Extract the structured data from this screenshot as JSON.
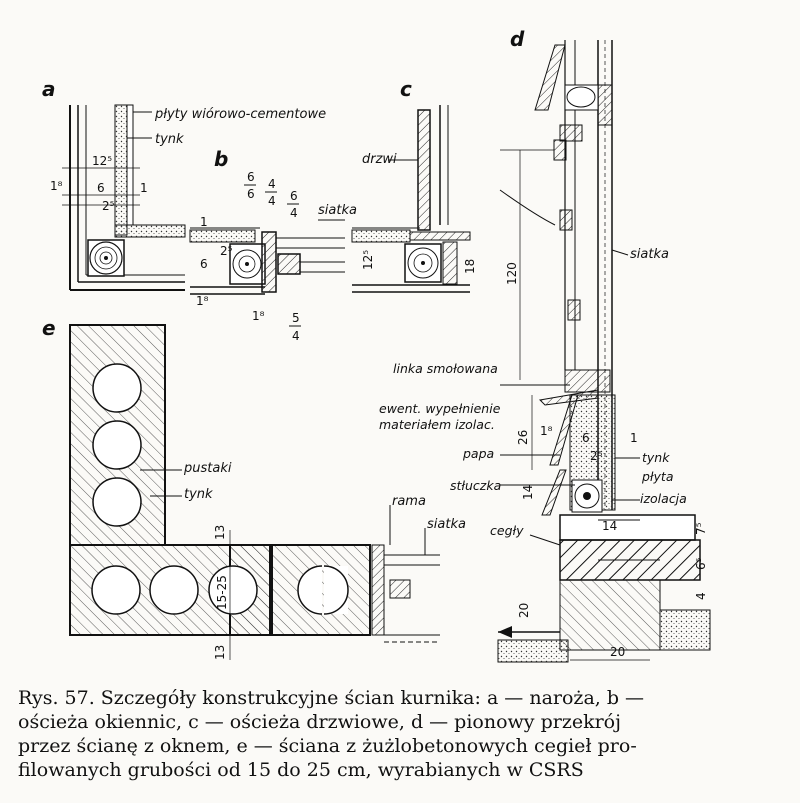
{
  "figure": {
    "panels": {
      "a": "a",
      "b": "b",
      "c": "c",
      "d": "d",
      "e": "e"
    },
    "labels": {
      "plyty_wiorowo": "płyty wiórowo-cementowe",
      "tynk": "tynk",
      "siatka": "siatka",
      "drzwi": "drzwi",
      "siatka_d": "siatka",
      "linka": "linka smołowana",
      "ewent1": "ewent. wypełnienie",
      "ewent2": "materiałem izolac.",
      "papa": "papa",
      "tynk_d": "tynk",
      "plyta": "płyta",
      "izolacja": "izolacja",
      "stluczka": "stłuczka",
      "cegly": "cegły",
      "pustaki": "pustaki",
      "tynk_e": "tynk",
      "rama": "rama",
      "siatka_e": "siatka"
    },
    "dims": {
      "a_125": "12⁵",
      "a_18": "1⁸",
      "a_6": "6",
      "a_1": "1",
      "a_25": "2⁵",
      "b_6top": "6",
      "b_6bot": "6",
      "b_4top": "4",
      "b_4bot": "4",
      "b_6t2": "6",
      "b_4b2": "4",
      "b_1": "1",
      "b_25": "2⁵",
      "b_6": "6",
      "b_18": "1⁸",
      "b_18b": "1⁸",
      "b_5": "5",
      "b_4": "4",
      "c_125": "12⁵",
      "c_18": "18",
      "d_120": "120",
      "d_26": "26",
      "d_18": "1⁸",
      "d_6": "6",
      "d_1": "1",
      "d_25": "2⁵",
      "d_14": "14",
      "d_14b": "14",
      "d_75": "7⁵",
      "d_65": "6⁵",
      "d_4": "4",
      "d_20": "20",
      "d_20b": "20",
      "e_13top": "13",
      "e_1525": "15-25",
      "e_13bot": "13"
    }
  },
  "caption": {
    "line1": "Rys. 57. Szczegóły konstrukcyjne ścian kurnika: a — naroża, b —",
    "line2": "ościeża okiennic, c — ościeża drzwiowe, d — pionowy przekrój",
    "line3": "przez ścianę z oknem, e — ściana z żużlobetonowych cegieł pro-",
    "line4": "filowanych grubości od 15 do 25 cm, wyrabianych w CSRS"
  }
}
